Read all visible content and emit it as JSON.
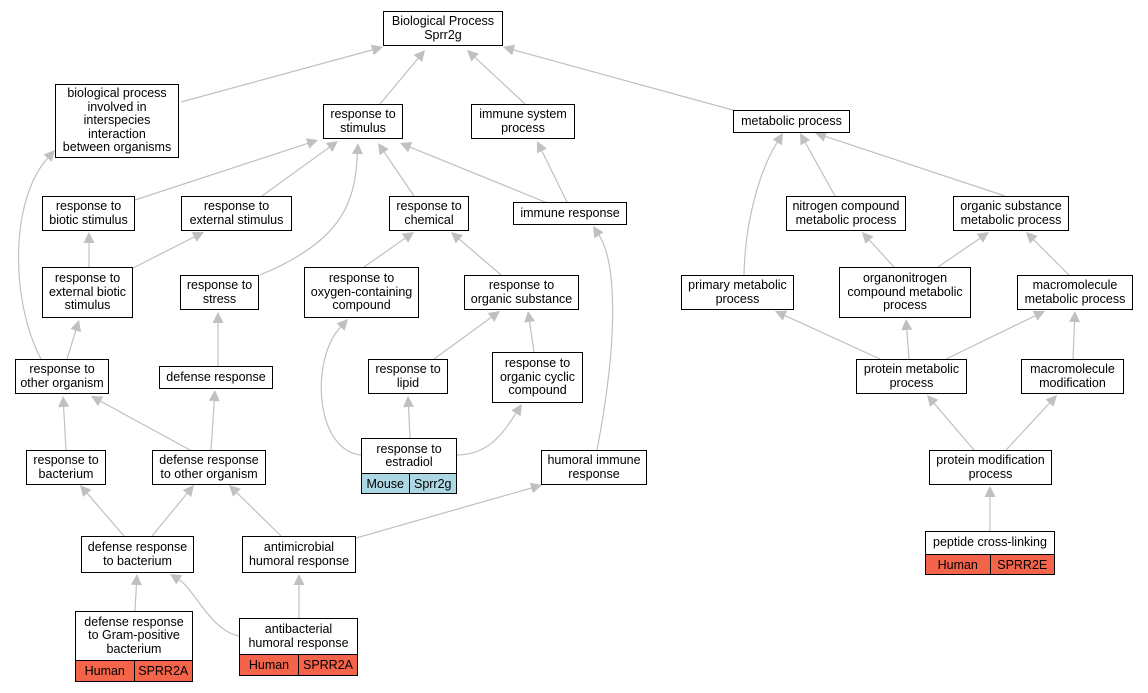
{
  "nodes": {
    "root": "Biological Process\nSprr2g",
    "interspecies": "biological process\ninvolved in\ninterspecies\ninteraction\nbetween organisms",
    "resp_stimulus": "response to\nstimulus",
    "immune_system_process": "immune system\nprocess",
    "metabolic_process": "metabolic process",
    "resp_biotic": "response to\nbiotic stimulus",
    "resp_external": "response to\nexternal stimulus",
    "resp_chemical": "response to\nchemical",
    "immune_response": "immune response",
    "nitrogen_compound": "nitrogen compound\nmetabolic process",
    "organic_substance_met": "organic substance\nmetabolic process",
    "resp_ext_biotic": "response to\nexternal biotic\nstimulus",
    "resp_stress": "response to\nstress",
    "resp_oxygen": "response to\noxygen-containing\ncompound",
    "resp_organic_substance": "response to\norganic substance",
    "primary_met": "primary metabolic\nprocess",
    "organonitrogen": "organonitrogen\ncompound metabolic\nprocess",
    "macromolecule_met": "macromolecule\nmetabolic process",
    "resp_other_org": "response to\nother organism",
    "defense_response": "defense response",
    "resp_lipid": "response to\nlipid",
    "resp_organic_cyclic": "response to\norganic cyclic\ncompound",
    "protein_met": "protein metabolic\nprocess",
    "macromolecule_mod": "macromolecule\nmodification",
    "resp_bacterium": "response to\nbacterium",
    "defense_other_org": "defense response\nto other organism",
    "resp_estradiol": "response to\nestradiol",
    "humoral_immune": "humoral immune\nresponse",
    "protein_mod": "protein modification\nprocess",
    "defense_bacterium": "defense response\nto bacterium",
    "antimicrobial_humoral": "antimicrobial\nhumoral response",
    "peptide_crosslinking": "peptide cross-linking",
    "defense_gram_pos": "defense response\nto Gram-positive\nbacterium",
    "antibacterial_humoral": "antibacterial\nhumoral response"
  },
  "annotations": {
    "resp_estradiol": {
      "species": "Mouse",
      "gene": "Sprr2g",
      "color": "#acd8e4"
    },
    "peptide_crosslinking": {
      "species": "Human",
      "gene": "SPRR2E",
      "color": "#f4644b"
    },
    "defense_gram_pos": {
      "species": "Human",
      "gene": "SPRR2A",
      "color": "#f4644b"
    },
    "antibacterial_humoral": {
      "species": "Human",
      "gene": "SPRR2A",
      "color": "#f4644b"
    }
  },
  "edges": [
    [
      "interspecies",
      "root"
    ],
    [
      "resp_stimulus",
      "root"
    ],
    [
      "immune_system_process",
      "root"
    ],
    [
      "metabolic_process",
      "root"
    ],
    [
      "resp_biotic",
      "resp_stimulus"
    ],
    [
      "resp_external",
      "resp_stimulus"
    ],
    [
      "resp_chemical",
      "resp_stimulus"
    ],
    [
      "immune_response",
      "resp_stimulus"
    ],
    [
      "resp_stress",
      "resp_stimulus"
    ],
    [
      "immune_response",
      "immune_system_process"
    ],
    [
      "primary_met",
      "metabolic_process"
    ],
    [
      "nitrogen_compound",
      "metabolic_process"
    ],
    [
      "organic_substance_met",
      "metabolic_process"
    ],
    [
      "resp_ext_biotic",
      "resp_biotic"
    ],
    [
      "resp_ext_biotic",
      "resp_external"
    ],
    [
      "resp_oxygen",
      "resp_chemical"
    ],
    [
      "resp_organic_substance",
      "resp_chemical"
    ],
    [
      "organonitrogen",
      "nitrogen_compound"
    ],
    [
      "organonitrogen",
      "organic_substance_met"
    ],
    [
      "macromolecule_met",
      "organic_substance_met"
    ],
    [
      "resp_other_org",
      "interspecies"
    ],
    [
      "resp_other_org",
      "resp_ext_biotic"
    ],
    [
      "defense_response",
      "resp_stress"
    ],
    [
      "resp_lipid",
      "resp_organic_substance"
    ],
    [
      "resp_organic_cyclic",
      "resp_organic_substance"
    ],
    [
      "protein_met",
      "primary_met"
    ],
    [
      "protein_met",
      "organonitrogen"
    ],
    [
      "protein_met",
      "macromolecule_met"
    ],
    [
      "macromolecule_mod",
      "macromolecule_met"
    ],
    [
      "resp_bacterium",
      "resp_other_org"
    ],
    [
      "defense_other_org",
      "resp_other_org"
    ],
    [
      "defense_other_org",
      "defense_response"
    ],
    [
      "resp_estradiol",
      "resp_lipid"
    ],
    [
      "resp_estradiol",
      "resp_oxygen"
    ],
    [
      "resp_estradiol",
      "resp_organic_cyclic"
    ],
    [
      "humoral_immune",
      "immune_response"
    ],
    [
      "protein_mod",
      "protein_met"
    ],
    [
      "protein_mod",
      "macromolecule_mod"
    ],
    [
      "defense_bacterium",
      "resp_bacterium"
    ],
    [
      "defense_bacterium",
      "defense_other_org"
    ],
    [
      "antimicrobial_humoral",
      "defense_other_org"
    ],
    [
      "antimicrobial_humoral",
      "humoral_immune"
    ],
    [
      "peptide_crosslinking",
      "protein_mod"
    ],
    [
      "defense_gram_pos",
      "defense_bacterium"
    ],
    [
      "antibacterial_humoral",
      "defense_bacterium"
    ],
    [
      "antibacterial_humoral",
      "antimicrobial_humoral"
    ]
  ],
  "colors": {
    "edge": "#c0c0c0",
    "border": "#000000",
    "human": "#f4644b",
    "mouse": "#acd8e4"
  }
}
